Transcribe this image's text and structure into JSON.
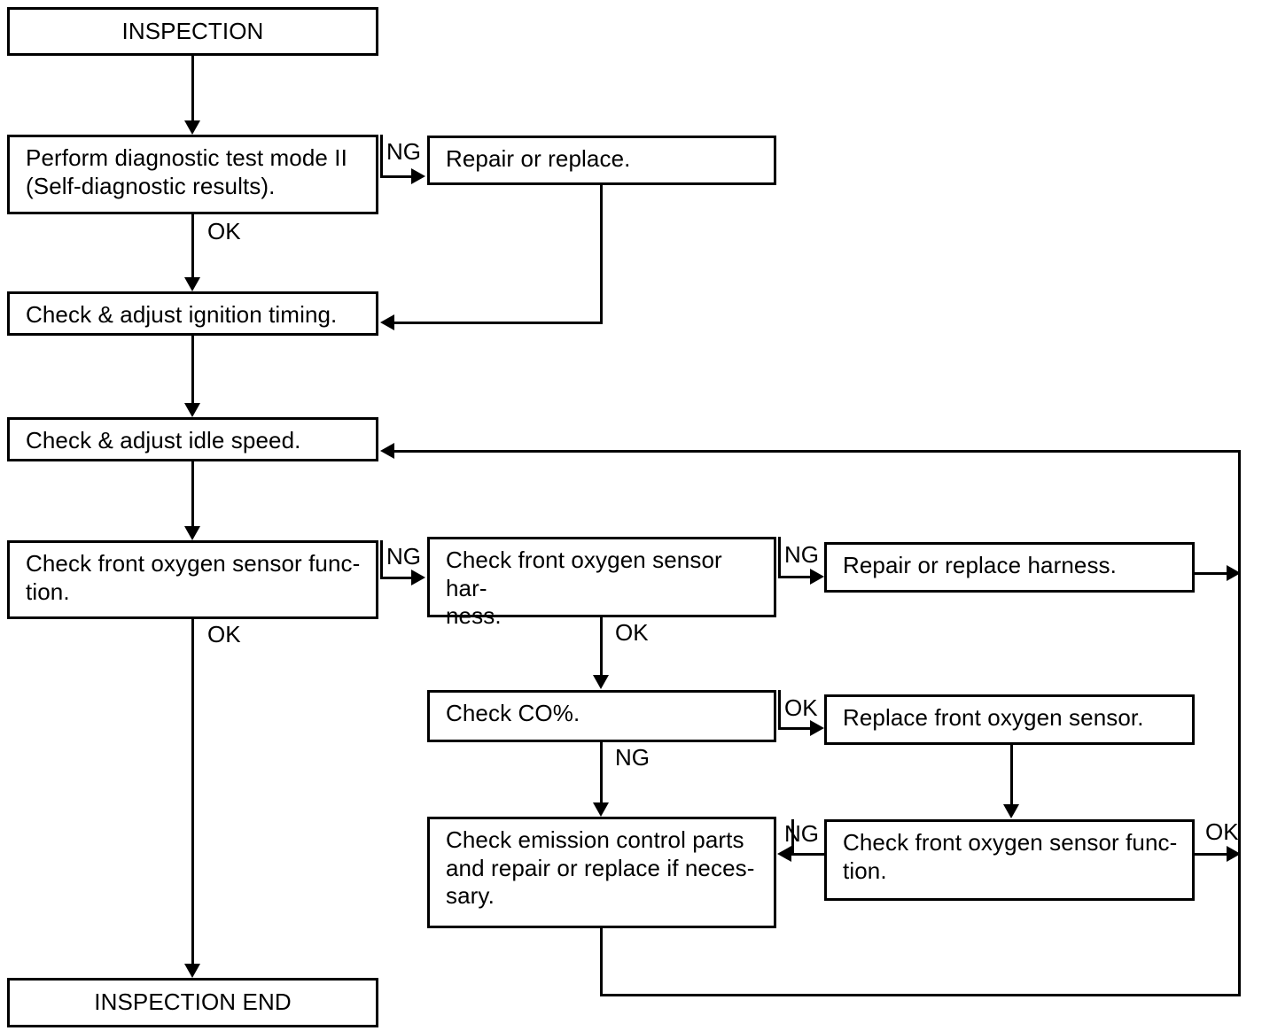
{
  "diagram": {
    "title": "INSPECTION",
    "end_title": "INSPECTION END",
    "nodes": {
      "start": "INSPECTION",
      "diagnostic_test": "Perform diagnostic test mode II\n(Self-diagnostic results).",
      "repair_or_replace": "Repair or replace.",
      "ignition_timing": "Check & adjust ignition timing.",
      "idle_speed": "Check & adjust idle speed.",
      "front_o2_function": "Check front oxygen sensor func-\ntion.",
      "front_o2_harness": "Check front oxygen sensor har-\nness.",
      "repair_harness": "Repair or replace harness.",
      "check_co": "Check CO%.",
      "replace_front_o2": "Replace front oxygen sensor.",
      "emission_parts": "Check emission control parts\nand repair or replace if neces-\nsary.",
      "front_o2_function_2": "Check front oxygen sensor func-\ntion.",
      "end": "INSPECTION END"
    },
    "edge_labels": {
      "diagnostic_ng": "NG",
      "diagnostic_ok": "OK",
      "o2_function_ng": "NG",
      "o2_function_ok": "OK",
      "harness_ng": "NG",
      "harness_ok": "OK",
      "co_ok": "OK",
      "co_ng": "NG",
      "o2_function2_ng": "NG",
      "o2_function2_ok": "OK"
    },
    "colors": {
      "stroke": "#000000",
      "fill": "#ffffff",
      "text": "#000000"
    }
  }
}
